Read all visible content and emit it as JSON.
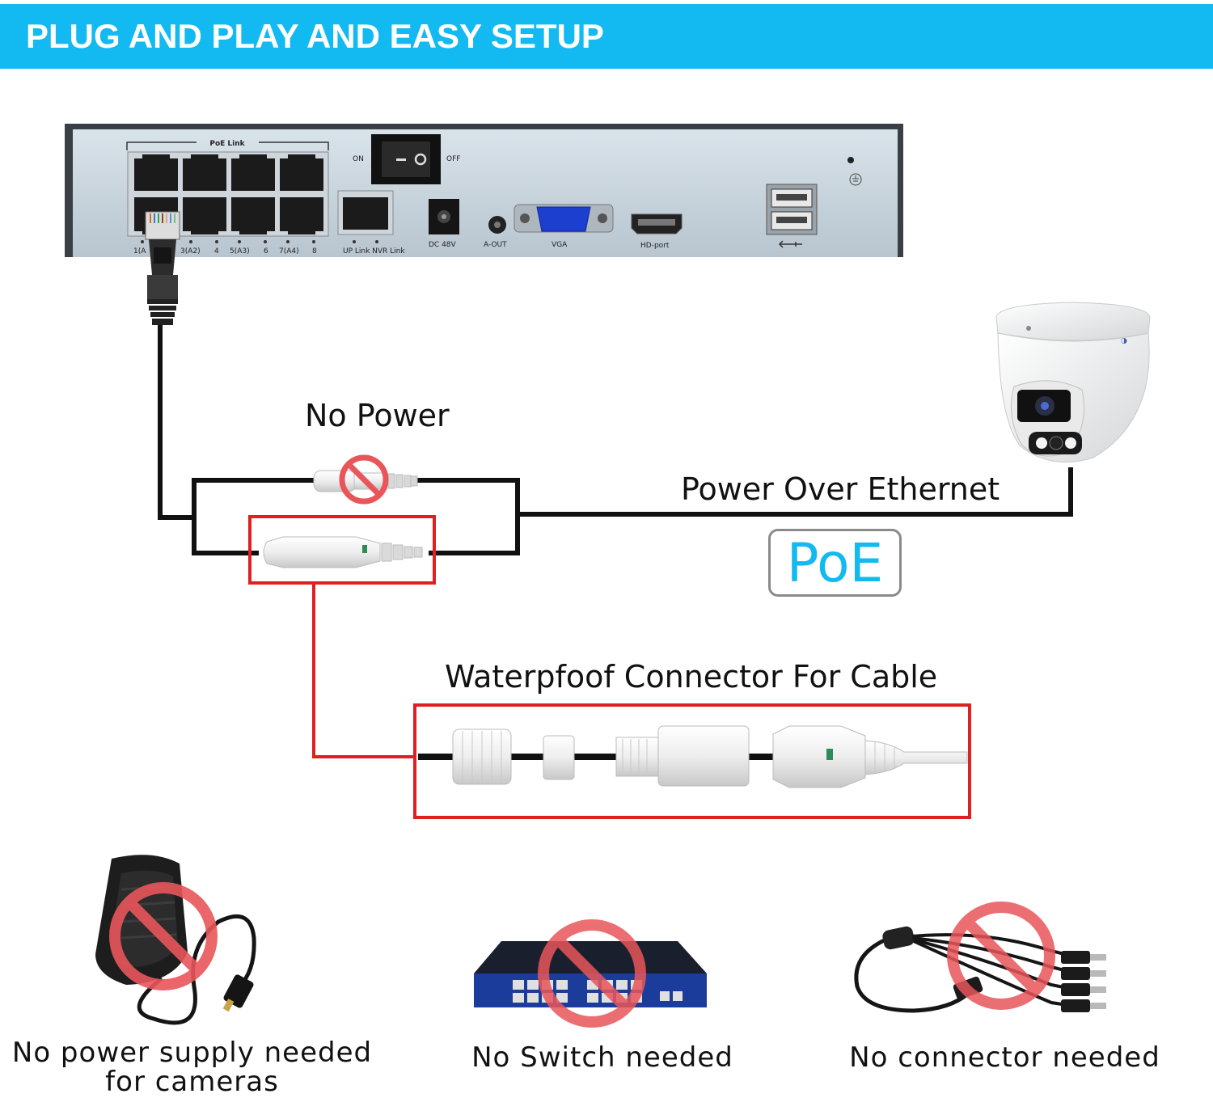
{
  "banner": {
    "title": "PLUG AND PLAY AND EASY SETUP"
  },
  "nvr": {
    "poe_link": "PoE Link",
    "switch_on": "ON",
    "switch_off": "OFF",
    "port_labels": [
      "1(A",
      "3(A2)",
      "4",
      "5(A3)",
      "6",
      "7(A4)",
      "8"
    ],
    "uplink_label": "UP Link NVR Link",
    "dc_label": "DC 48V",
    "aout_label": "A-OUT",
    "vga_label": "VGA",
    "hdmi_label": "HD-port"
  },
  "diagram": {
    "no_power_label": "No Power",
    "poe_line_label": "Power Over Ethernet",
    "poe_badge": "PoE",
    "waterproof_label": "Waterpfoof Connector For Cable"
  },
  "not_needed": [
    {
      "caption_line1": "No power supply needed",
      "caption_line2": "for cameras",
      "icon": "power-adapter-icon"
    },
    {
      "caption": "No Switch needed",
      "icon": "network-switch-icon"
    },
    {
      "caption": "No connector needed",
      "icon": "splitter-cable-icon"
    }
  ],
  "colors": {
    "banner": "#12baf1",
    "poe_text": "#12baf1",
    "highlight_red": "#e02020",
    "prohibit": "#e8565a"
  }
}
